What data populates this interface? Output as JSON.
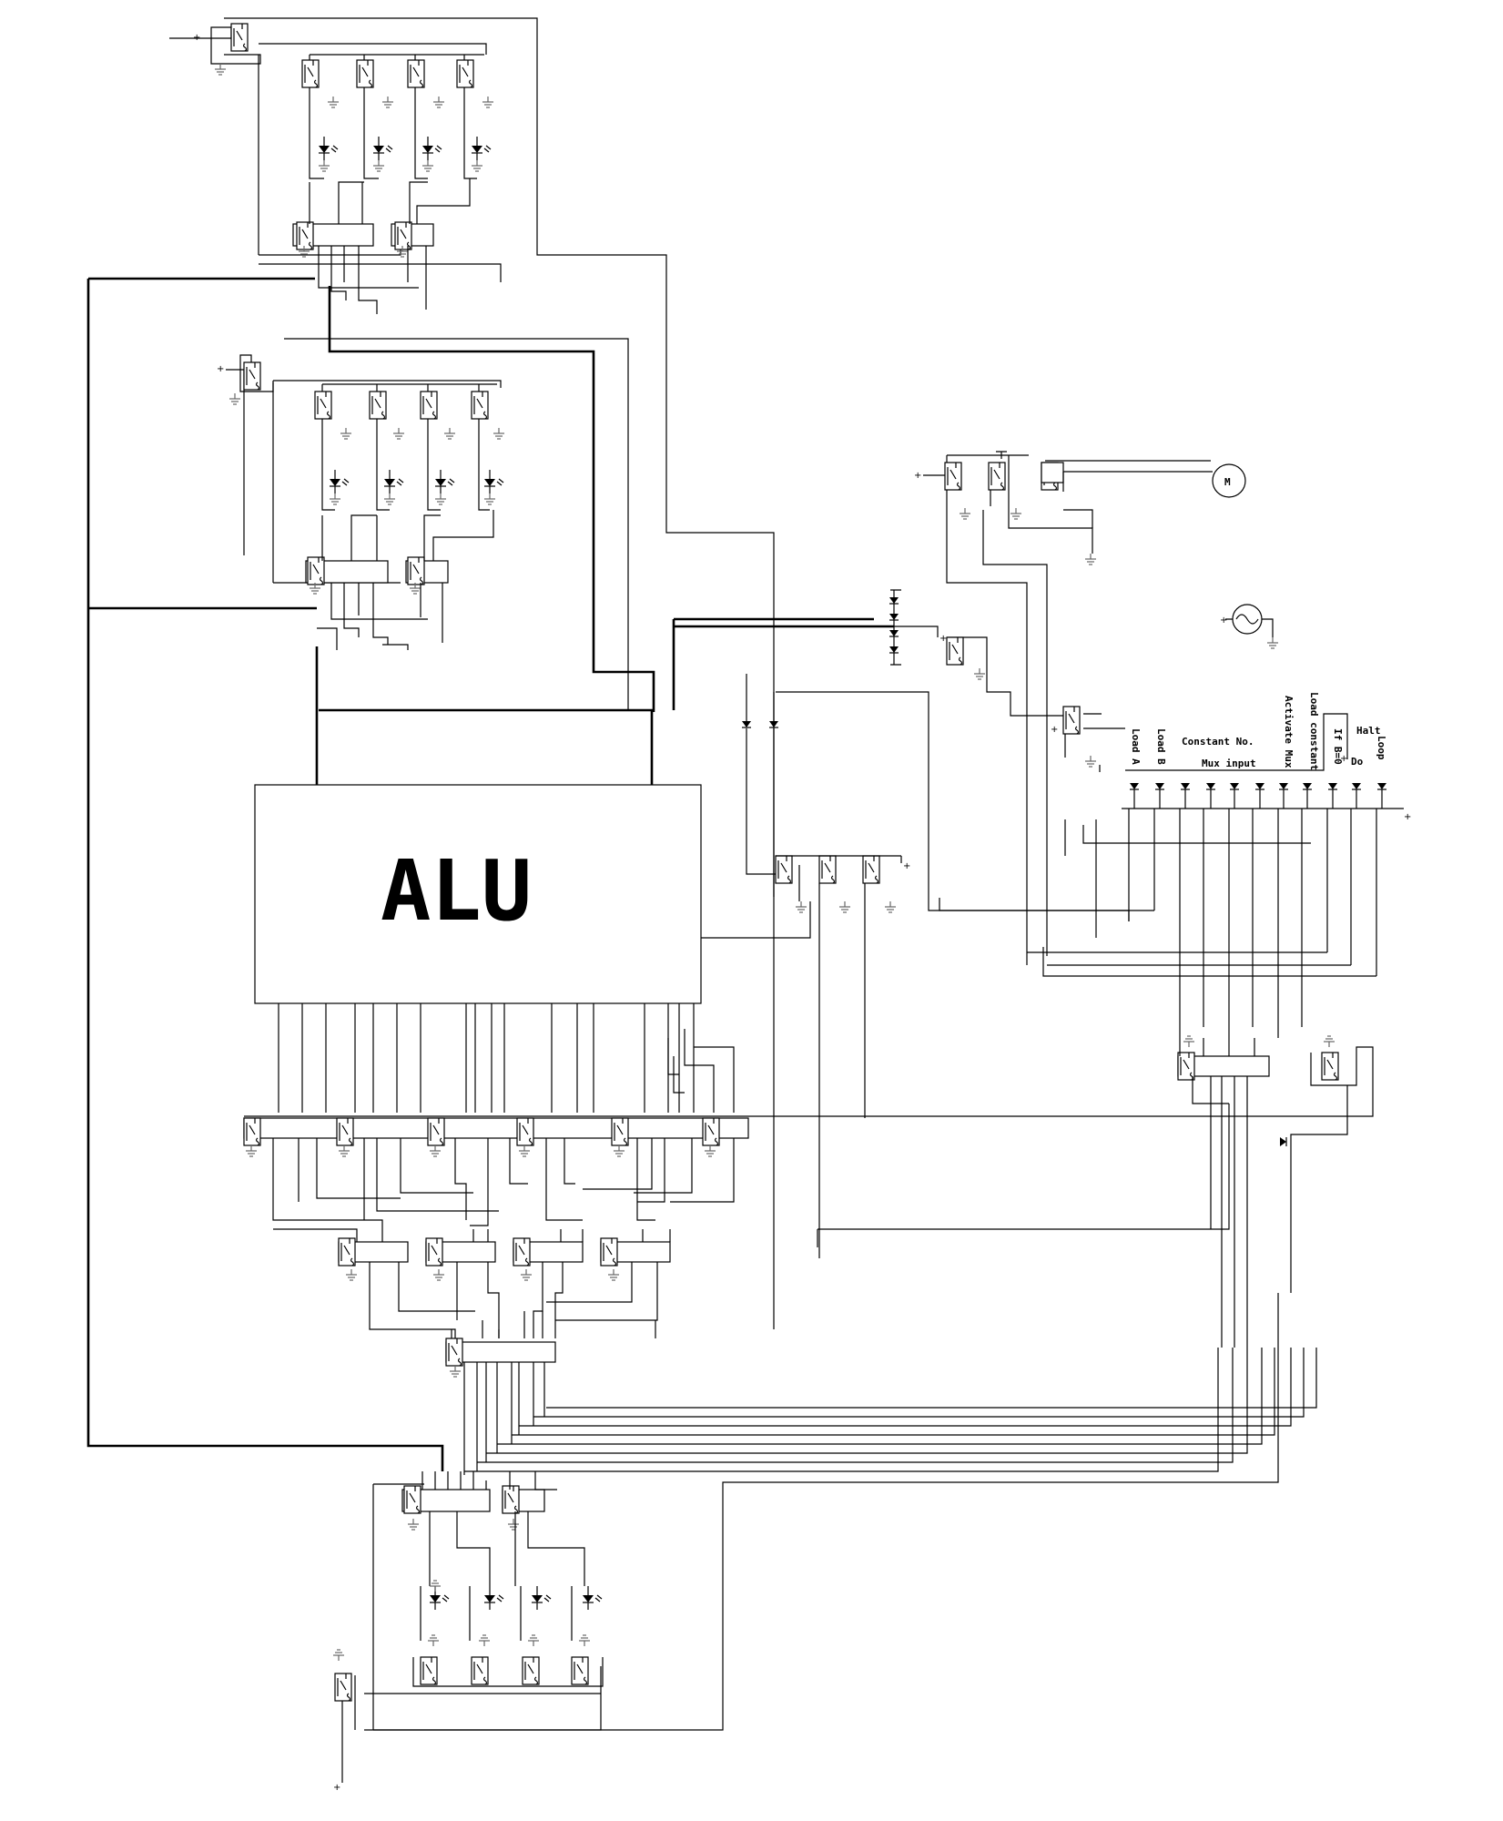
{
  "alu": {
    "label": "ALU"
  },
  "motor": {
    "label": "M"
  },
  "supply_symbol": "+",
  "control_labels": {
    "load_a": "Load A",
    "load_b": "Load B",
    "constant_no": "Constant No.",
    "mux_input": "Mux input",
    "activate_mux": "Activate Mux",
    "load_constant": "Load constant",
    "if_b0": "If B=0",
    "halt": "Halt",
    "do": "Do",
    "loop": "Loop"
  },
  "icons": [
    "relay-icon",
    "led-icon",
    "ground-icon",
    "diode-icon",
    "motor-icon",
    "oscillator-icon"
  ]
}
